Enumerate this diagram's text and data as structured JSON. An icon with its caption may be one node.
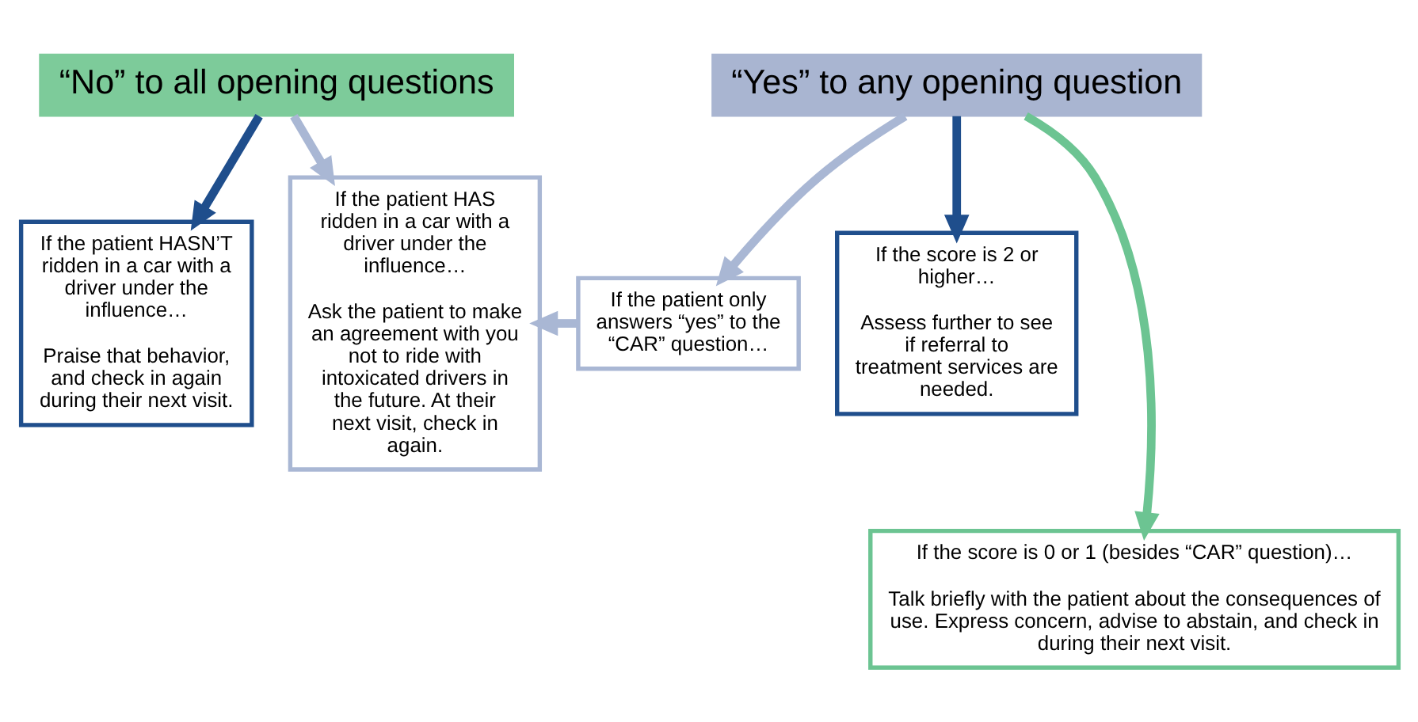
{
  "diagram": {
    "nodes": [
      {
        "text": [
          "“No” to all opening questions"
        ]
      },
      {
        "text": [
          "“Yes” to any opening question"
        ]
      },
      {
        "text": [
          "If the patient HASN’T ridden in a car with a driver under the influence…",
          "Praise that behavior, and check in again during their next visit."
        ]
      },
      {
        "text": [
          "If the patient HAS ridden in a car with a driver under the influence…",
          "Ask the patient to make an agreement with you not to ride with intoxicated drivers in the future. At their next visit, check in again."
        ]
      },
      {
        "text": [
          "If the patient only answers “yes” to the “CAR” question…"
        ]
      },
      {
        "text": [
          "If the score is 2 or higher…",
          "Assess further to see if referral to treatment services are needed."
        ]
      },
      {
        "text": [
          "If the score is 0 or 1 (besides “CAR” question)…",
          "Talk briefly with the patient about the consequences of use. Express concern, advise to abstain, and check in during their next visit."
        ]
      }
    ],
    "edges": [
      {
        "from": 0,
        "to": 2,
        "arrow": "to",
        "color": "#1f4e8c"
      },
      {
        "from": 0,
        "to": 3,
        "arrow": "to"
      },
      {
        "from": 1,
        "to": 4,
        "arrow": "to"
      },
      {
        "from": 1,
        "to": 6,
        "arrow": "to",
        "color": "#6cc492"
      },
      {
        "from": 1,
        "to": 5,
        "arrow": "to",
        "color": "#1f4e8c"
      },
      {
        "from": 4,
        "to": 3,
        "arrow": "to"
      }
    ]
  }
}
